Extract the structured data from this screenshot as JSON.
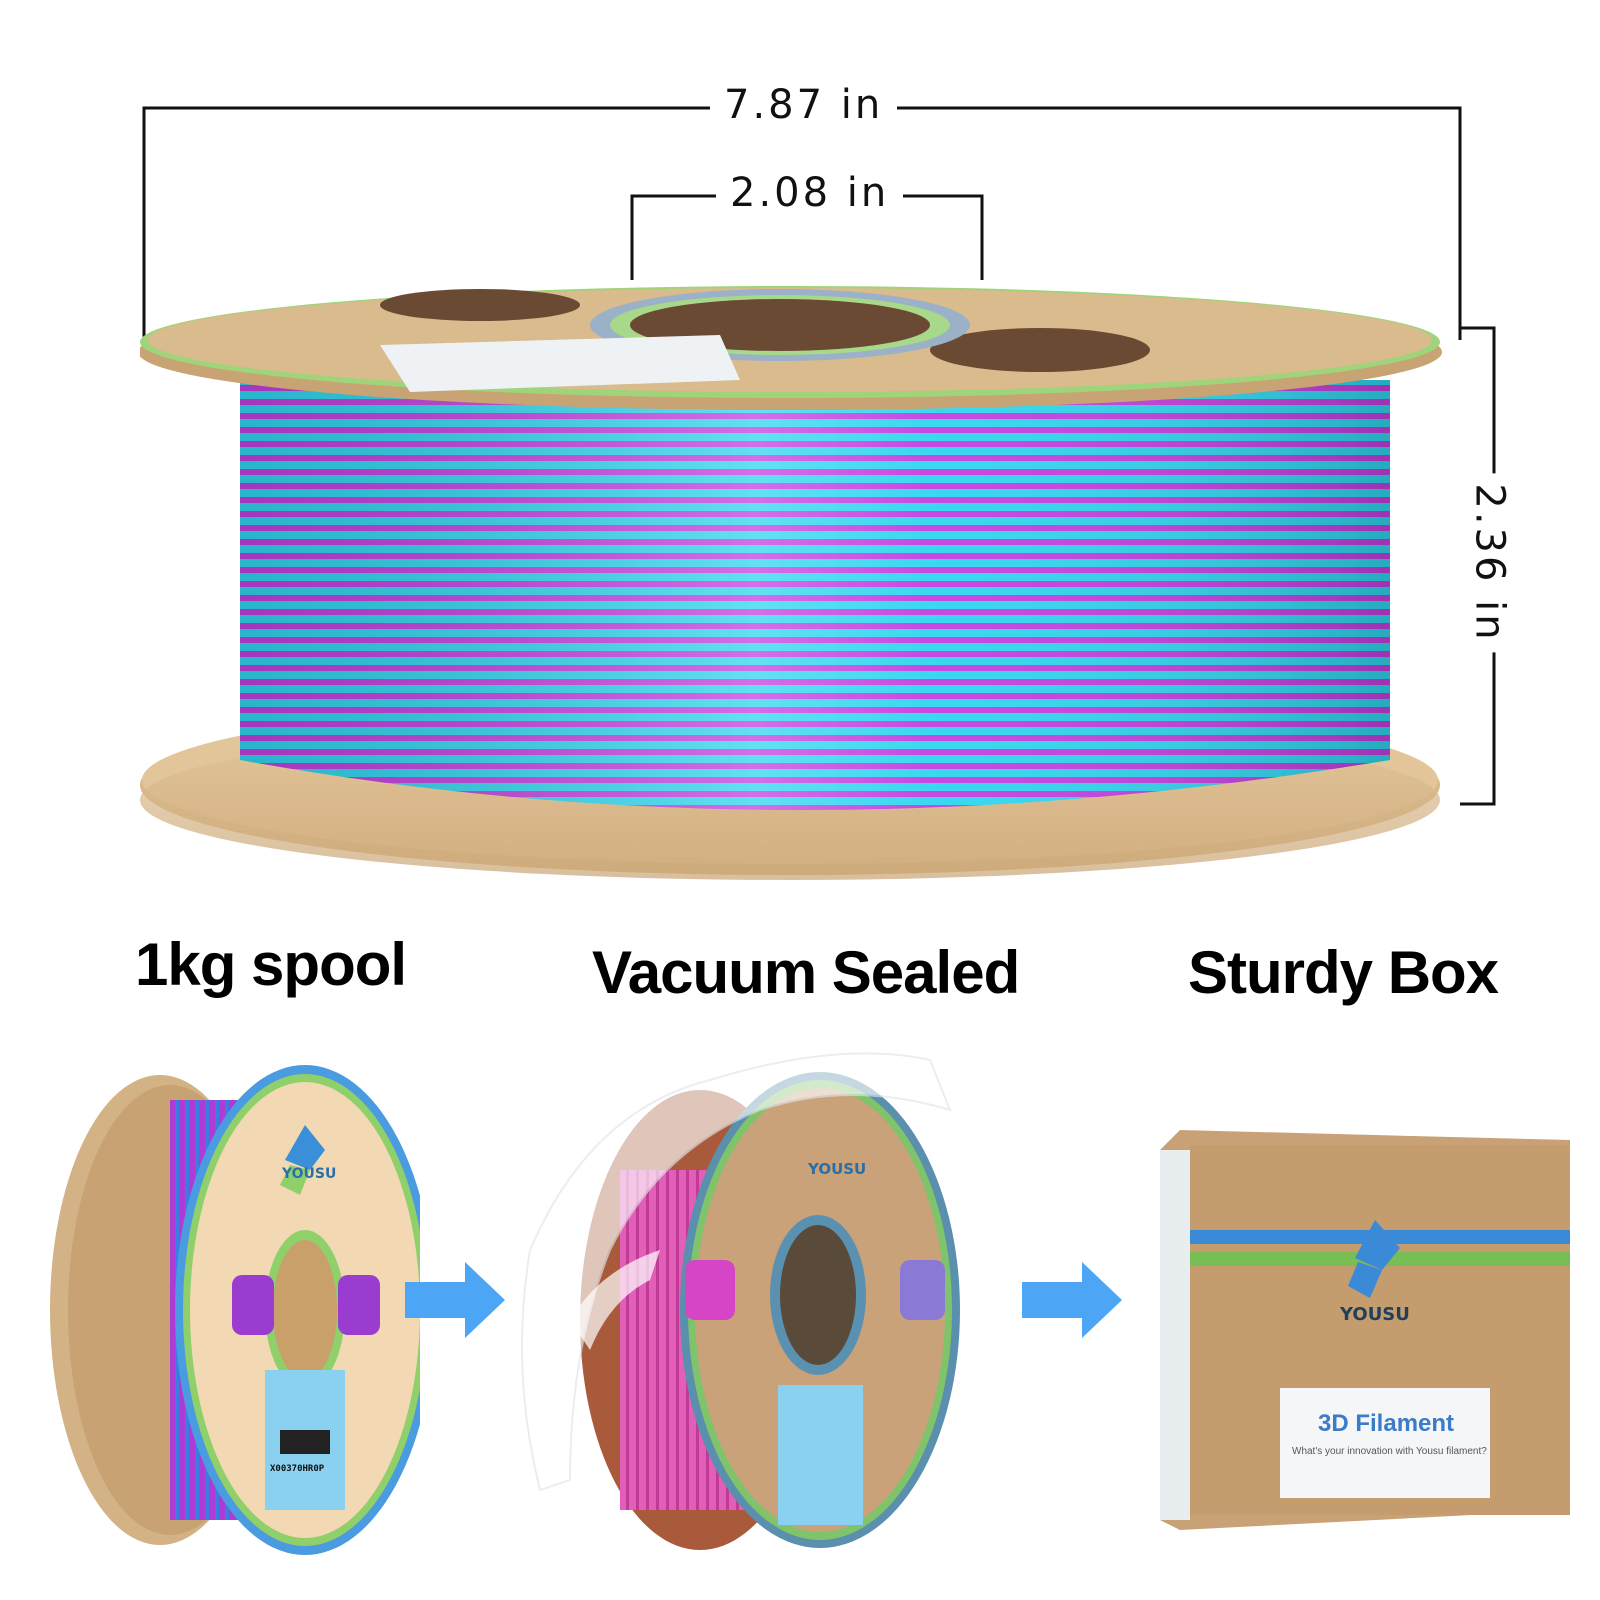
{
  "dimensions": {
    "width": "7.87 in",
    "hub": "2.08 in",
    "height": "2.36 in"
  },
  "captions": {
    "spool": "1kg spool",
    "vacuum": "Vacuum Sealed",
    "box": "Sturdy Box"
  },
  "brand": {
    "name": "YOUSU"
  },
  "box": {
    "label_title": "3D Filament",
    "label_subtitle": "What's your innovation with Yousu filament?"
  },
  "spool_label": {
    "barcode_code": "X00370HR0P"
  },
  "colors": {
    "cardboard": "#d8b98a",
    "filament_cyan": "#2fd6f0",
    "filament_magenta": "#c43fe0",
    "arrow_blue": "#4da6f5",
    "ring_blue": "#4a9be0",
    "ring_green": "#8fd06a"
  }
}
